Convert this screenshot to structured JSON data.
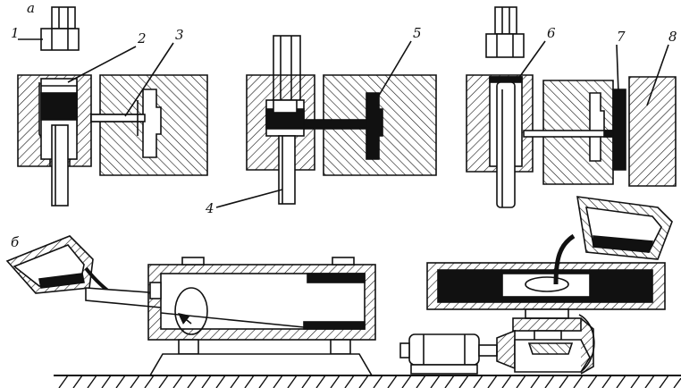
{
  "labels": {
    "panel_a": "а",
    "panel_b": "б",
    "n1": "1",
    "n2": "2",
    "n3": "3",
    "n4": "4",
    "n5": "5",
    "n6": "6",
    "n7": "7",
    "n8": "8"
  },
  "colors": {
    "ink": "#111111",
    "metal": "#111111",
    "paper": "#ffffff"
  }
}
